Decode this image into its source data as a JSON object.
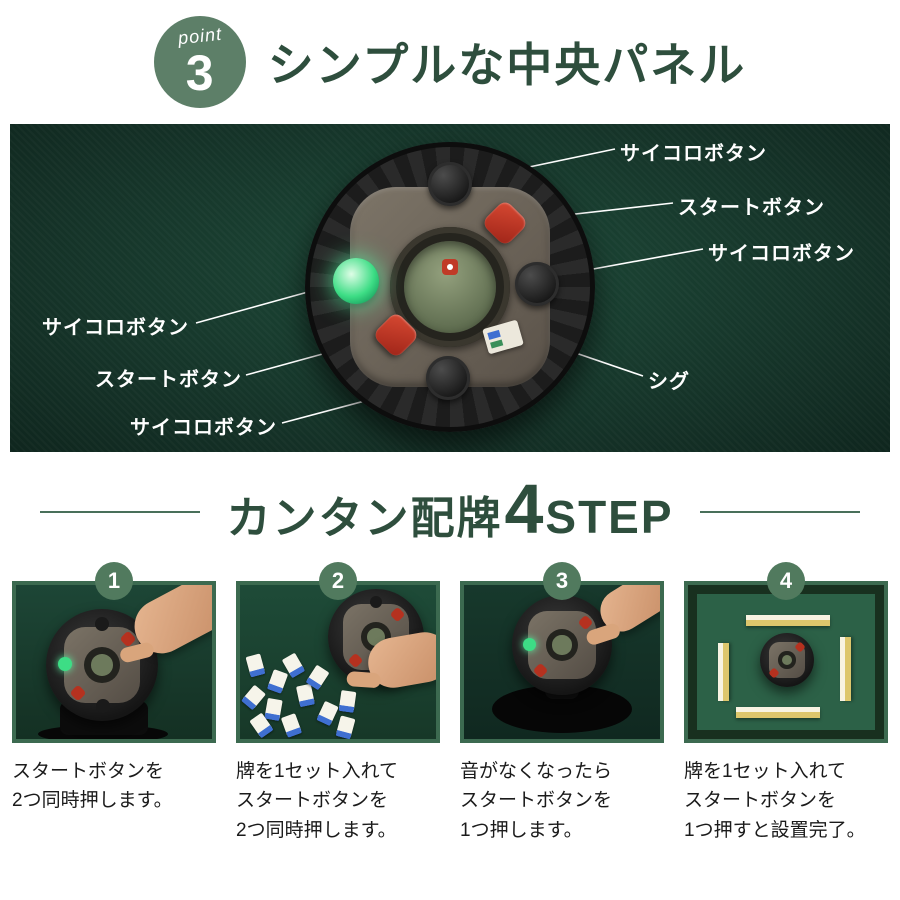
{
  "header": {
    "badge_label": "point",
    "badge_number": "3",
    "title": "シンプルな中央パネル"
  },
  "panel": {
    "callouts": [
      {
        "label": "サイコロボタン"
      },
      {
        "label": "スタートボタン"
      },
      {
        "label": "サイコロボタン"
      },
      {
        "label": "サイコロボタン"
      },
      {
        "label": "スタートボタン"
      },
      {
        "label": "サイコロボタン"
      },
      {
        "label": "シグ"
      }
    ]
  },
  "steps_section": {
    "title_prefix": "カンタン配牌",
    "title_number": "4",
    "title_suffix": "STEP"
  },
  "steps": [
    {
      "number": "1",
      "caption": "スタートボタンを\n2つ同時押します。"
    },
    {
      "number": "2",
      "caption": "牌を1セット入れて\nスタートボタンを\n2つ同時押します。"
    },
    {
      "number": "3",
      "caption": "音がなくなったら\nスタートボタンを\n1つ押します。"
    },
    {
      "number": "4",
      "caption": "牌を1セット入れて\nスタートボタンを\n1つ押すと設置完了。"
    }
  ],
  "colors": {
    "title_green": "#2e4e3d",
    "badge_green": "#5d7f68",
    "photo_bg_green": "#16382c",
    "step_border_green": "#3c6a50",
    "start_button_red": "#b5311f",
    "dice_button_lit_green": "#3ddd85"
  }
}
